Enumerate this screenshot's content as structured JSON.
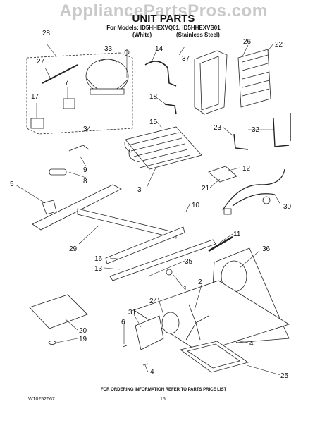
{
  "header": {
    "watermark": "AppliancePartsPros.com",
    "title": "UNIT PARTS",
    "models": "For Models: ID5HHEXVQ01, ID5HHEXVS01",
    "finish_white": "(White)",
    "finish_steel": "(Stainless Steel)"
  },
  "footer": {
    "ordering_note": "FOR ORDERING INFORMATION REFER TO PARTS PRICE LIST",
    "doc_number": "W10252667",
    "page_number": "15"
  },
  "callouts": {
    "c28": "28",
    "c33": "33",
    "c14": "14",
    "c37": "37",
    "c26": "26",
    "c22": "22",
    "c27": "27",
    "c7": "7",
    "c17": "17",
    "c18": "18",
    "c34": "34",
    "c15": "15",
    "c23": "23",
    "c32": "32",
    "c9": "9",
    "c8": "8",
    "c12": "12",
    "c5": "5",
    "c3": "3",
    "c21": "21",
    "c10": "10",
    "c30": "30",
    "c11": "11",
    "c29": "29",
    "c16": "16",
    "c36": "36",
    "c13": "13",
    "c35": "35",
    "c1": "1",
    "c2": "2",
    "c24": "24",
    "c31": "31",
    "c20": "20",
    "c6": "6",
    "c19": "19",
    "c4a": "4",
    "c4b": "4",
    "c25": "25"
  }
}
